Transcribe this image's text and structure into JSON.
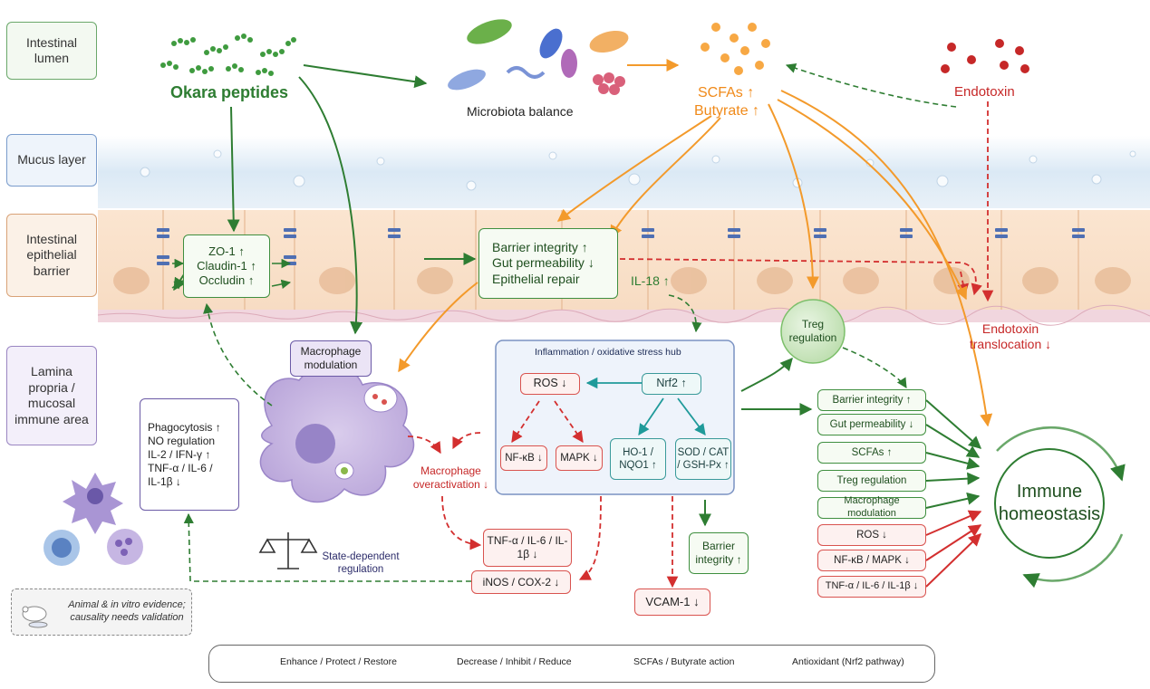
{
  "zones": {
    "lumen": "Intestinal lumen",
    "mucus": "Mucus layer",
    "epithelial": "Intestinal epithelial barrier",
    "lamina": "Lamina propria / mucosal immune area"
  },
  "lumen": {
    "okara": "Okara peptides",
    "microbiota": "Microbiota balance",
    "scfas": "SCFAs ↑",
    "butyrate": "Butyrate ↑",
    "endotoxin": "Endotoxin"
  },
  "tight_junction": {
    "items": [
      "ZO-1 ↑",
      "Claudin-1 ↑",
      "Occludin ↑"
    ]
  },
  "barrier_box": {
    "items": [
      "Barrier integrity ↑",
      "Gut permeability ↓",
      "Epithelial repair"
    ]
  },
  "il18": "IL-18 ↑",
  "treg": "Treg regulation",
  "endotoxin_translocation": "Endotoxin translocation ↓",
  "macrophage": {
    "modulation": "Macrophage modulation",
    "state": "State-dependent regulation",
    "overactivation": "Macrophage overactivation ↓"
  },
  "phago_box": {
    "items": [
      "Phagocytosis ↑",
      "NO regulation",
      "IL-2 / IFN-γ ↑",
      "TNF-α / IL-6 /",
      "IL-1β ↓"
    ]
  },
  "hub": {
    "title": "Inflammation / oxidative stress hub",
    "ros": "ROS ↓",
    "nrf2": "Nrf2 ↑",
    "nfkb": "NF-κB ↓",
    "mapk": "MAPK ↓",
    "ho1": "HO-1 / NQO1 ↑",
    "sod": "SOD / CAT / GSH-Px ↑"
  },
  "outputs": {
    "tnf": "TNF-α / IL-6 / IL-1β ↓",
    "inos": "iNOS / COX-2 ↓",
    "vcam": "VCAM-1 ↓",
    "barrier": "Barrier integrity ↑"
  },
  "effects": [
    {
      "text": "Barrier integrity ↑",
      "type": "green"
    },
    {
      "text": "Gut permeability ↓",
      "type": "green"
    },
    {
      "text": "SCFAs ↑",
      "type": "green"
    },
    {
      "text": "Treg regulation",
      "type": "green"
    },
    {
      "text": "Macrophage modulation",
      "type": "green"
    },
    {
      "text": "ROS ↓",
      "type": "red"
    },
    {
      "text": "NF-κB / MAPK ↓",
      "type": "red"
    },
    {
      "text": "TNF-α / IL-6 / IL-1β ↓",
      "type": "red"
    }
  ],
  "immune": "Immune homeostasis",
  "evidence": "Animal & in vitro evidence; causality needs validation",
  "legend": {
    "enhance": "Enhance / Protect / Restore",
    "decrease": "Decrease / Inhibit / Reduce",
    "scfa": "SCFAs / Butyrate action",
    "antioxidant": "Antioxidant (Nrf2 pathway)"
  },
  "colors": {
    "enhance": "#2e7d32",
    "decrease": "#d32f2f",
    "scfa": "#f39a2b",
    "antioxidant": "#1f9a9a"
  }
}
